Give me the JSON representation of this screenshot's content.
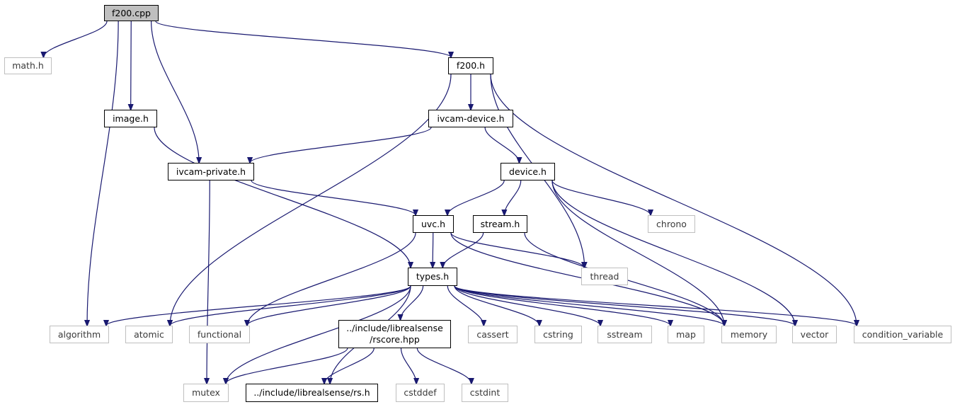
{
  "colors": {
    "edge": "#191970",
    "local_border": "#000000",
    "system_border": "#bfbfbf",
    "root_fill": "#bfbfbf"
  },
  "nodes": {
    "f200_cpp": {
      "label": "f200.cpp",
      "kind": "root"
    },
    "math_h": {
      "label": "math.h",
      "kind": "system"
    },
    "f200_h": {
      "label": "f200.h",
      "kind": "local"
    },
    "image_h": {
      "label": "image.h",
      "kind": "local"
    },
    "ivcam_device_h": {
      "label": "ivcam-device.h",
      "kind": "local"
    },
    "ivcam_private_h": {
      "label": "ivcam-private.h",
      "kind": "local"
    },
    "device_h": {
      "label": "device.h",
      "kind": "local"
    },
    "chrono": {
      "label": "chrono",
      "kind": "system"
    },
    "uvc_h": {
      "label": "uvc.h",
      "kind": "local"
    },
    "stream_h": {
      "label": "stream.h",
      "kind": "local"
    },
    "thread": {
      "label": "thread",
      "kind": "system"
    },
    "types_h": {
      "label": "types.h",
      "kind": "local"
    },
    "algorithm": {
      "label": "algorithm",
      "kind": "system"
    },
    "atomic": {
      "label": "atomic",
      "kind": "system"
    },
    "functional": {
      "label": "functional",
      "kind": "system"
    },
    "rscore_hpp": {
      "label": "../include/librealsense",
      "label2": "/rscore.hpp",
      "kind": "local"
    },
    "cassert": {
      "label": "cassert",
      "kind": "system"
    },
    "cstring": {
      "label": "cstring",
      "kind": "system"
    },
    "sstream": {
      "label": "sstream",
      "kind": "system"
    },
    "map": {
      "label": "map",
      "kind": "system"
    },
    "memory": {
      "label": "memory",
      "kind": "system"
    },
    "vector": {
      "label": "vector",
      "kind": "system"
    },
    "condition_variable": {
      "label": "condition_variable",
      "kind": "system"
    },
    "mutex": {
      "label": "mutex",
      "kind": "system"
    },
    "rs_h": {
      "label": "../include/librealsense/rs.h",
      "kind": "local"
    },
    "cstddef": {
      "label": "cstddef",
      "kind": "system"
    },
    "cstdint": {
      "label": "cstdint",
      "kind": "system"
    }
  },
  "edges": [
    [
      "f200_cpp",
      "math_h"
    ],
    [
      "f200_cpp",
      "f200_h"
    ],
    [
      "f200_cpp",
      "image_h"
    ],
    [
      "f200_cpp",
      "ivcam_private_h"
    ],
    [
      "f200_cpp",
      "algorithm"
    ],
    [
      "f200_h",
      "ivcam_device_h"
    ],
    [
      "f200_h",
      "atomic"
    ],
    [
      "f200_h",
      "thread"
    ],
    [
      "f200_h",
      "condition_variable"
    ],
    [
      "image_h",
      "types_h"
    ],
    [
      "ivcam_device_h",
      "ivcam_private_h"
    ],
    [
      "ivcam_device_h",
      "device_h"
    ],
    [
      "ivcam_private_h",
      "uvc_h"
    ],
    [
      "ivcam_private_h",
      "mutex"
    ],
    [
      "device_h",
      "uvc_h"
    ],
    [
      "device_h",
      "stream_h"
    ],
    [
      "device_h",
      "chrono"
    ],
    [
      "device_h",
      "memory"
    ],
    [
      "device_h",
      "vector"
    ],
    [
      "uvc_h",
      "types_h"
    ],
    [
      "uvc_h",
      "thread"
    ],
    [
      "uvc_h",
      "functional"
    ],
    [
      "uvc_h",
      "memory"
    ],
    [
      "stream_h",
      "types_h"
    ],
    [
      "stream_h",
      "memory"
    ],
    [
      "types_h",
      "algorithm"
    ],
    [
      "types_h",
      "atomic"
    ],
    [
      "types_h",
      "functional"
    ],
    [
      "types_h",
      "rscore_hpp"
    ],
    [
      "types_h",
      "cassert"
    ],
    [
      "types_h",
      "cstring"
    ],
    [
      "types_h",
      "sstream"
    ],
    [
      "types_h",
      "map"
    ],
    [
      "types_h",
      "memory"
    ],
    [
      "types_h",
      "vector"
    ],
    [
      "types_h",
      "condition_variable"
    ],
    [
      "types_h",
      "mutex"
    ],
    [
      "types_h",
      "rs_h"
    ],
    [
      "rscore_hpp",
      "mutex"
    ],
    [
      "rscore_hpp",
      "rs_h"
    ],
    [
      "rscore_hpp",
      "cstddef"
    ],
    [
      "rscore_hpp",
      "cstdint"
    ]
  ]
}
